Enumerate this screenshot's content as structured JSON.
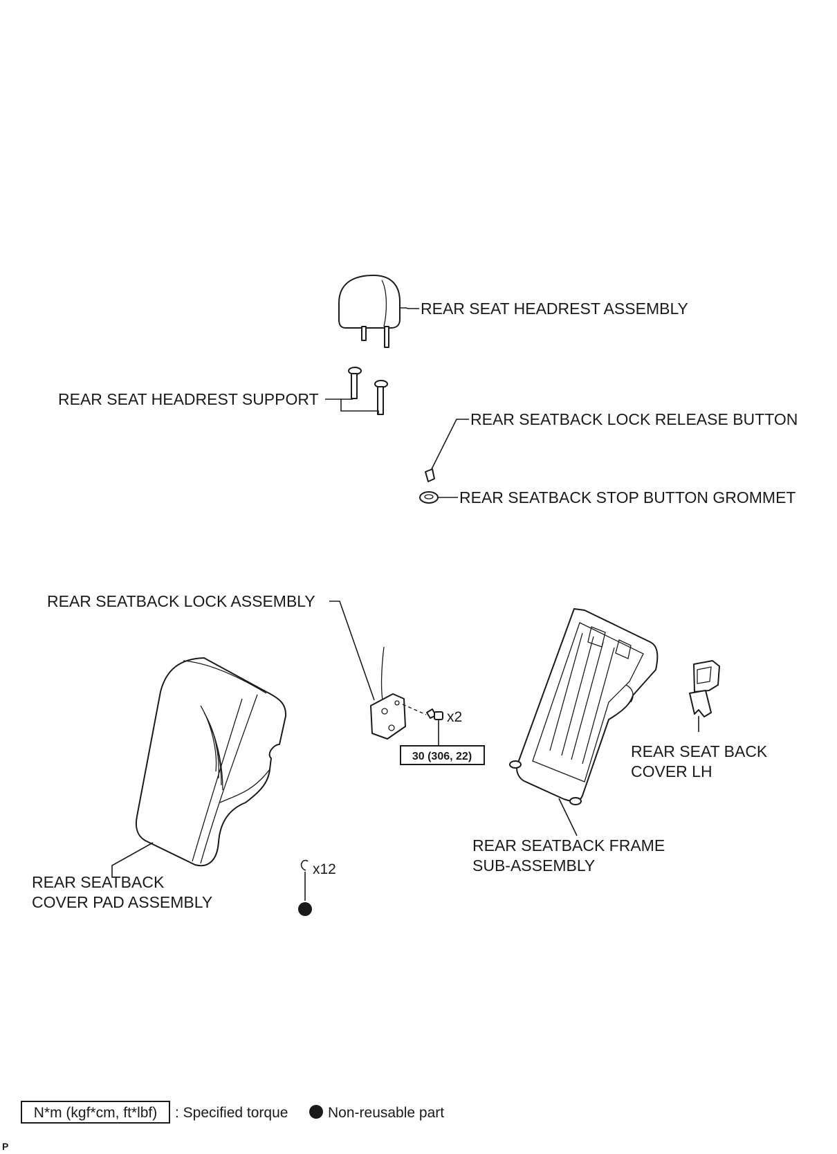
{
  "labels": {
    "headrest_assembly": "REAR SEAT HEADREST ASSEMBLY",
    "headrest_support": "REAR SEAT HEADREST SUPPORT",
    "lock_release_button": "REAR SEATBACK LOCK RELEASE BUTTON",
    "stop_button_grommet": "REAR SEATBACK STOP BUTTON GROMMET",
    "lock_assembly": "REAR SEATBACK LOCK ASSEMBLY",
    "cover_pad_line1": "REAR SEATBACK",
    "cover_pad_line2": "COVER PAD ASSEMBLY",
    "frame_line1": "REAR SEATBACK FRAME",
    "frame_line2": "SUB-ASSEMBLY",
    "back_cover_line1": "REAR SEAT BACK",
    "back_cover_line2": "COVER LH"
  },
  "fasteners": {
    "bolt_qty": "x2",
    "hog_ring_qty": "x12"
  },
  "torque": {
    "lock_bolt": "30 (306, 22)"
  },
  "legend": {
    "torque_box": "N*m (kgf*cm, ft*lbf)",
    "torque_text": ": Specified torque",
    "non_reusable_text": "Non-reusable part"
  },
  "footer": {
    "corner_mark": "P"
  }
}
